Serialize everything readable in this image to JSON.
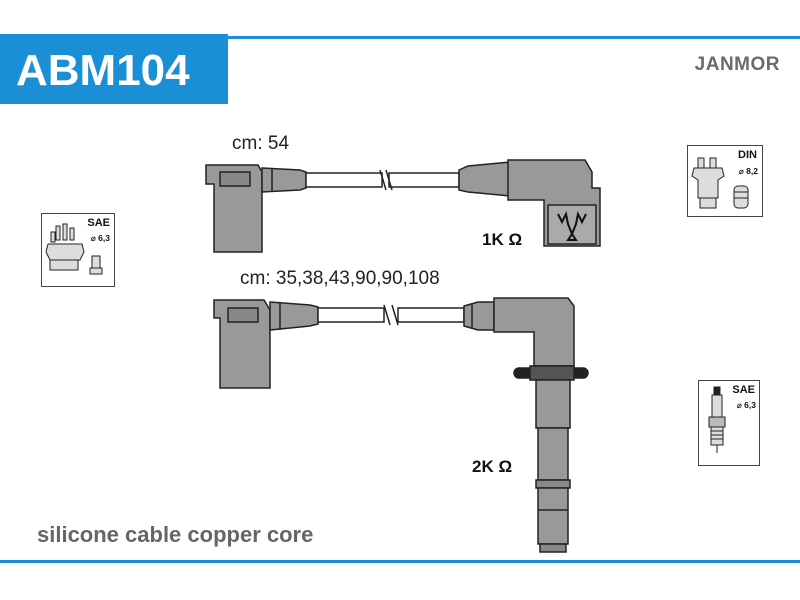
{
  "header": {
    "part_number": "ABM104",
    "brand": "JANMOR"
  },
  "lead_1": {
    "length_label": "cm: 54",
    "resistance": "1K Ω"
  },
  "lead_2": {
    "length_label": "cm: 35,38,43,90,90,108",
    "resistance": "2K Ω"
  },
  "connectors": {
    "distributor": {
      "standard": "SAE",
      "diameter": "⌀ 6,3"
    },
    "coil": {
      "standard": "DIN",
      "diameter": "⌀ 8,2"
    },
    "spark_plug": {
      "standard": "SAE",
      "diameter": "⌀ 6,3"
    }
  },
  "footer": {
    "caption": "silicone cable copper core"
  },
  "colors": {
    "brand_blue": "#1b8fd6",
    "boot_grey": "#999999",
    "outline": "#222222"
  }
}
